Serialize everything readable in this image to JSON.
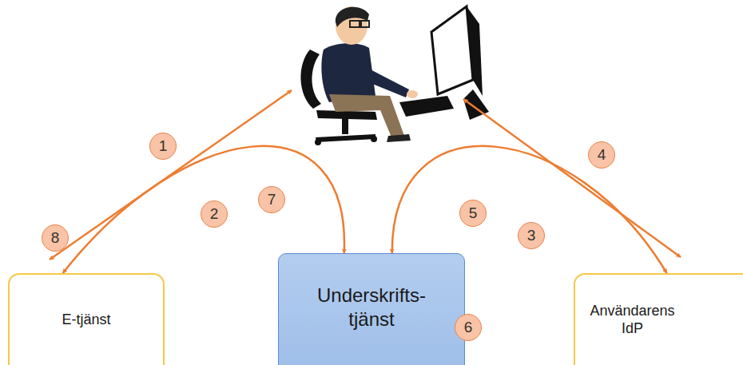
{
  "diagram": {
    "nodes": [
      {
        "text": [
          "E-tjänst"
        ]
      },
      {
        "text": [
          "Underskrifts- tjänst"
        ]
      },
      {
        "text": [
          "Användarens IdP"
        ]
      }
    ],
    "edges": [
      {
        "from": 0,
        "to": 1,
        "arrow": "both"
      },
      {
        "from": 1,
        "to": 2,
        "arrow": "both"
      }
    ],
    "labels": [
      "1",
      "2",
      "3",
      "4",
      "5",
      "6",
      "7",
      "8"
    ]
  }
}
